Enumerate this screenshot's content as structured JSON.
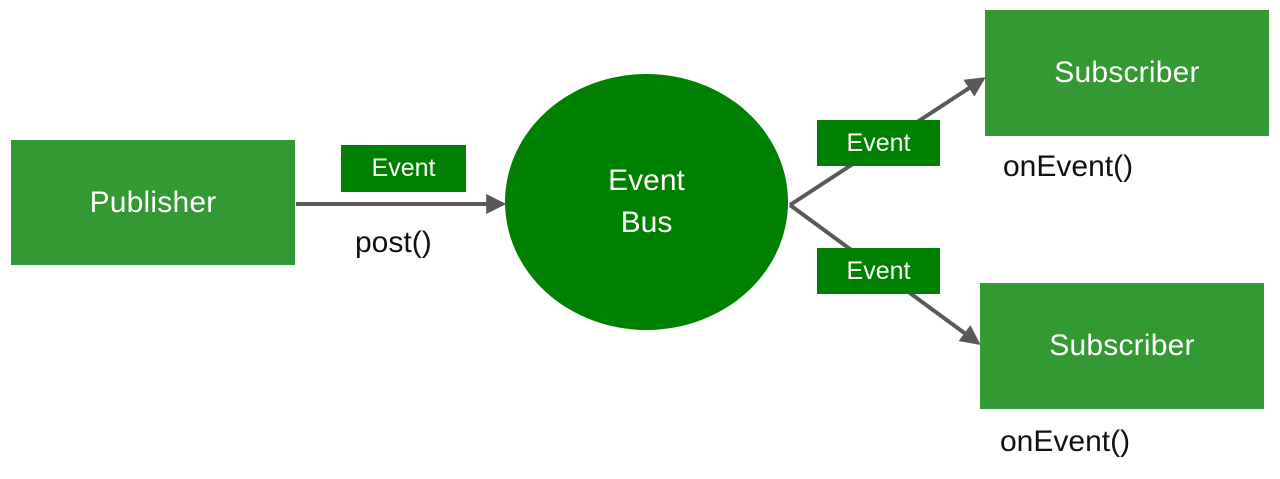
{
  "diagram": {
    "title": "Event Bus publish-subscribe diagram",
    "colors": {
      "node_green": "#339933",
      "accent_green": "#008000",
      "edge_gray": "#595959",
      "node_text": "#ffffff",
      "caption_text": "#101010",
      "background": "#ffffff"
    },
    "nodes": {
      "publisher": {
        "label": "Publisher"
      },
      "event_bus": {
        "line1": "Event",
        "line2": "Bus"
      },
      "subscriber_top": {
        "label": "Subscriber"
      },
      "subscriber_bottom": {
        "label": "Subscriber"
      }
    },
    "edge_labels": {
      "post_event": "Event",
      "top_event": "Event",
      "bottom_event": "Event"
    },
    "captions": {
      "post": "post()",
      "onevent_top": "onEvent()",
      "onevent_bottom": "onEvent()"
    },
    "edges": [
      {
        "name": "publisher-to-bus",
        "from": "publisher",
        "to": "event_bus",
        "label": "Event",
        "method": "post()"
      },
      {
        "name": "bus-to-subscriber-top",
        "from": "event_bus",
        "to": "subscriber_top",
        "label": "Event",
        "method": "onEvent()"
      },
      {
        "name": "bus-to-subscriber-bottom",
        "from": "event_bus",
        "to": "subscriber_bottom",
        "label": "Event",
        "method": "onEvent()"
      }
    ]
  }
}
